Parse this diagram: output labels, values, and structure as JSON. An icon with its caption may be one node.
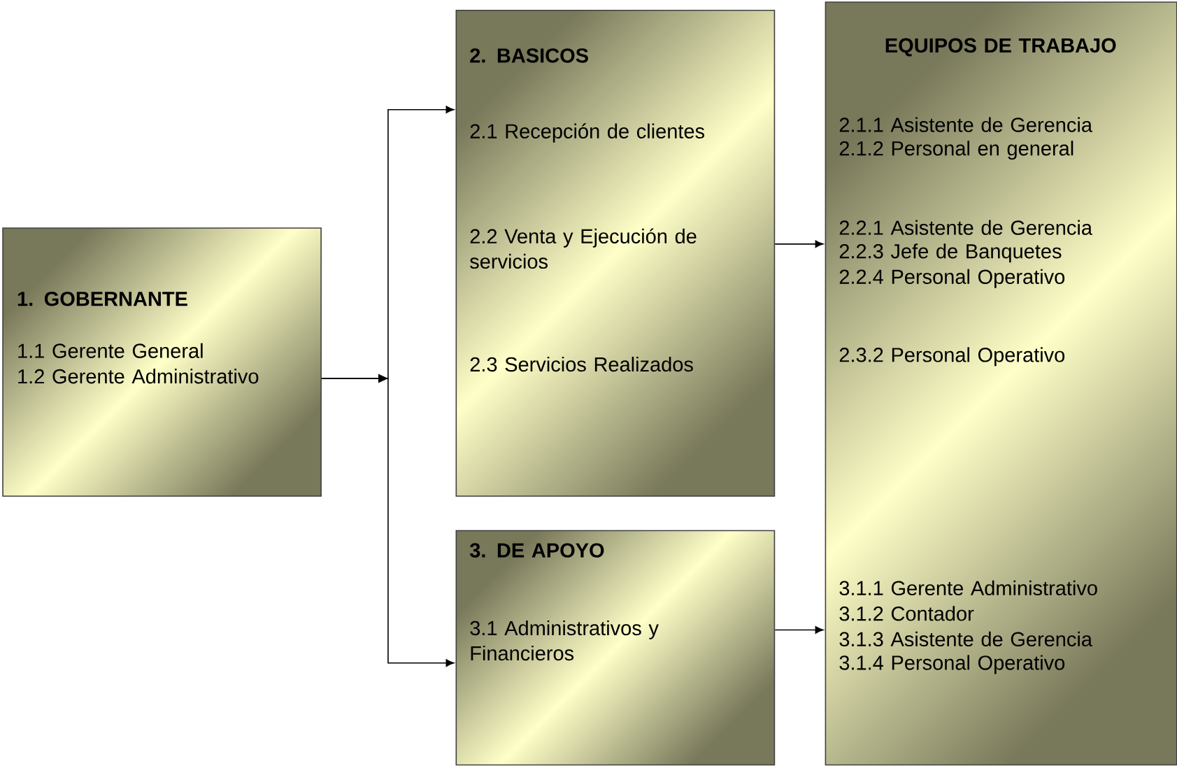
{
  "diagram": {
    "nodes": [
      {
        "text": [
          "1. GOBERNANTE",
          "1.1 Gerente General",
          "1.2 Gerente Administrativo"
        ]
      },
      {
        "text": [
          "2. BASICOS",
          "2.1 Recepción de clientes",
          "2.2 Venta y Ejecución de servicios",
          "2.3 Servicios Realizados"
        ]
      },
      {
        "text": [
          "3. DE APOYO",
          "3.1 Administrativos y Financieros"
        ]
      },
      {
        "text": [
          "EQUIPOS DE TRABAJO",
          "2.1.1 Asistente de Gerencia",
          "2.1.2 Personal en general",
          "2.2.1 Asistente de Gerencia",
          "2.2.3 Jefe de Banquetes",
          "2.2.4 Personal Operativo",
          "2.3.2 Personal Operativo",
          "3.1.1 Gerente Administrativo",
          "3.1.2 Contador",
          "3.1.3 Asistente de Gerencia",
          "3.1.4 Personal Operativo"
        ]
      }
    ],
    "edges": [
      {
        "from": 0,
        "to": 1,
        "arrow": "to"
      },
      {
        "from": 0,
        "to": 2,
        "arrow": "to"
      },
      {
        "from": 1,
        "to": 3,
        "arrow": "to"
      },
      {
        "from": 2,
        "to": 3,
        "arrow": "to"
      }
    ]
  }
}
